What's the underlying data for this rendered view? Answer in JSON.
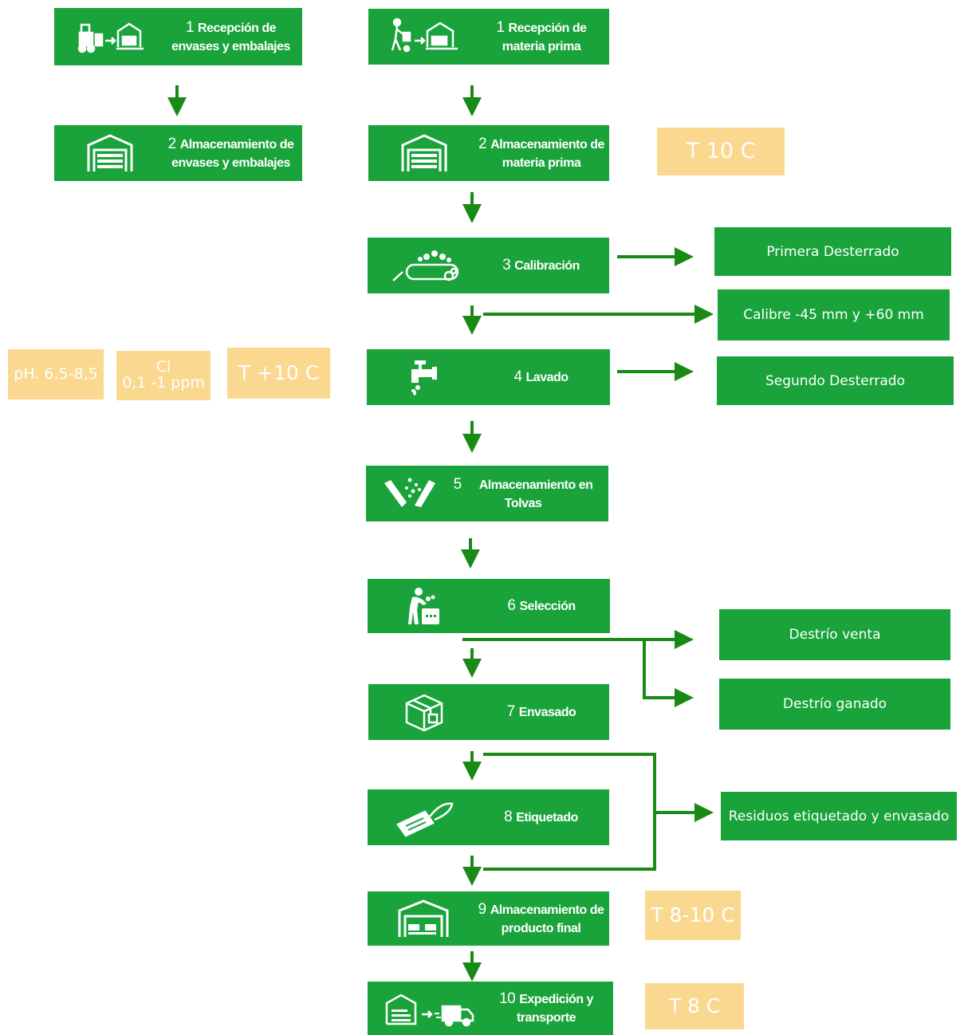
{
  "colors": {
    "box_fill": "#19a33a",
    "arrow": "#1a8a16",
    "param_fill": "#fad88f",
    "text": "#ffffff"
  },
  "left_column": [
    {
      "number": "1",
      "text": "Recepción de envases y embalajes",
      "icon": "forklift-to-warehouse-icon"
    },
    {
      "number": "2",
      "text": "Almacenamiento de envases y embalajes",
      "icon": "warehouse-icon"
    }
  ],
  "main_process": [
    {
      "number": "1",
      "text": "Recepción de materia prima",
      "icon": "hand-truck-to-warehouse-icon"
    },
    {
      "number": "2",
      "text": "Almacenamiento de materia prima",
      "icon": "warehouse-icon"
    },
    {
      "number": "3",
      "text": "Calibración",
      "icon": "conveyor-belt-icon"
    },
    {
      "number": "4",
      "text": "Lavado",
      "icon": "water-tap-icon"
    },
    {
      "number": "5",
      "text": "Almacenamiento en Tolvas",
      "icon": "hopper-icon"
    },
    {
      "number": "6",
      "text": "Selección",
      "icon": "worker-inspecting-icon"
    },
    {
      "number": "7",
      "text": "Envasado",
      "icon": "package-box-icon"
    },
    {
      "number": "8",
      "text": "Etiquetado",
      "icon": "label-tag-icon"
    },
    {
      "number": "9",
      "text": "Almacenamiento de producto final",
      "icon": "warehouse-pallets-icon"
    },
    {
      "number": "10",
      "text": "Expedición y transporte",
      "icon": "warehouse-to-truck-icon"
    }
  ],
  "outputs": [
    "Primera Desterrado",
    "Calibre -45 mm y +60 mm",
    "Segundo Desterrado",
    "Destrío venta",
    "Destrío ganado",
    "Residuos etiquetado y envasado"
  ],
  "parameters": {
    "storage_temp": "T 10 C",
    "wash_ph": "pH. 6,5-8,5",
    "wash_cl_line1": "Cl",
    "wash_cl_line2": "0,1 -1 ppm",
    "wash_temp": "T +10 C",
    "final_storage_temp": "T 8-10 C",
    "shipping_temp": "T 8 C"
  }
}
